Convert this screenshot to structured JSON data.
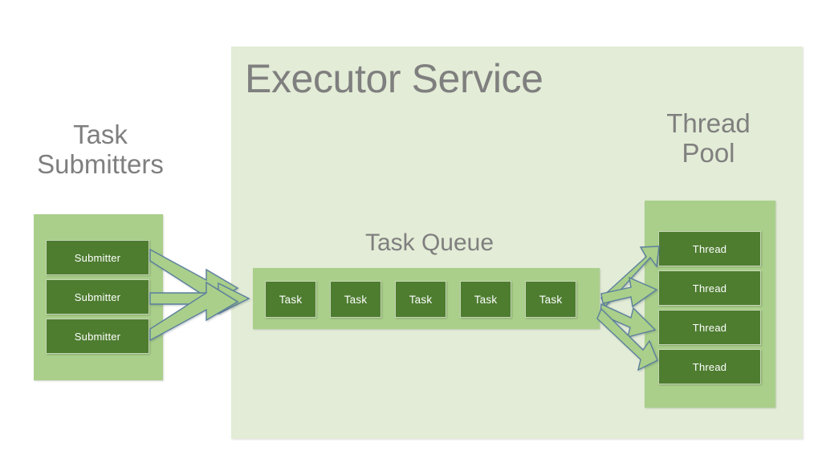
{
  "diagram": {
    "title": "Executor Service",
    "background_color": "#ffffff",
    "colors": {
      "panel": "#e3ecd6",
      "group": "#a9cf8a",
      "node": "#4e7d30",
      "node_text": "#ffffff",
      "heading_text": "#7f7f7f",
      "arrow_fill": "#a9cf8a",
      "arrow_outline": "#5b7f9e"
    },
    "submitters": {
      "title": "Task\nSubmitters",
      "items": [
        {
          "label": "Submitter"
        },
        {
          "label": "Submitter"
        },
        {
          "label": "Submitter"
        }
      ]
    },
    "executor": {
      "title": "Executor Service",
      "queue": {
        "title": "Task Queue",
        "items": [
          {
            "label": "Task"
          },
          {
            "label": "Task"
          },
          {
            "label": "Task"
          },
          {
            "label": "Task"
          },
          {
            "label": "Task"
          }
        ]
      },
      "thread_pool": {
        "title": "Thread\nPool",
        "items": [
          {
            "label": "Thread"
          },
          {
            "label": "Thread"
          },
          {
            "label": "Thread"
          },
          {
            "label": "Thread"
          }
        ]
      }
    },
    "connectors": {
      "submitters_to_queue_count": 3,
      "queue_to_threads_count": 4,
      "style": "block-arrow"
    }
  }
}
